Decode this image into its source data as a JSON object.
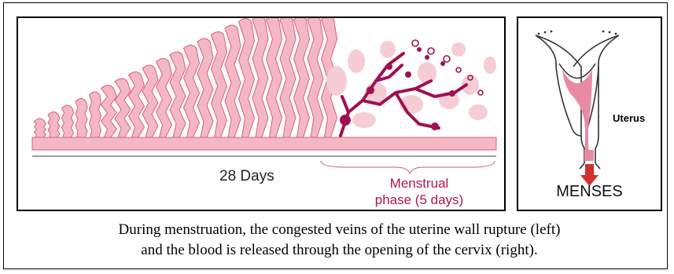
{
  "left_panel": {
    "days_label": "28 Days",
    "phase_label_line1": "Menstrual",
    "phase_label_line2": "phase (5 days)"
  },
  "right_panel": {
    "uterus_label": "Uterus",
    "menses_label": "MENSES"
  },
  "caption": {
    "line1": "During menstruation, the congested veins of the uterine wall rupture (left)",
    "line2": "and the blood is released through the opening of the cervix (right)."
  },
  "colors": {
    "endometrium_fill": "#f3b8c4",
    "endometrium_stroke": "#d9607a",
    "shed_fragments": "#f6cdd4",
    "blood_vessels": "#a01050",
    "uterine_cavity": "#e98aa5",
    "arrow": "#d0302e"
  }
}
